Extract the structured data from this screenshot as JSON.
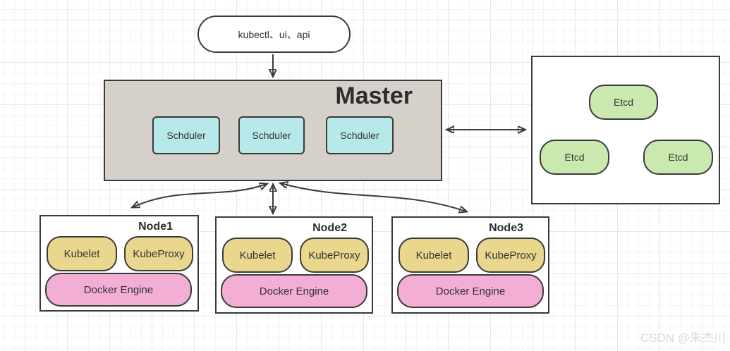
{
  "colors": {
    "border": "#3a3a3a",
    "master_fill": "#d5d0ca",
    "scheduler_fill": "#b8e9ea",
    "etcd_fill": "#c9e9af",
    "node_component_fill": "#e9d78d",
    "docker_engine_fill": "#f3aed5",
    "grid_major": "#e8e8e8",
    "grid_minor": "#f4f4f4",
    "watermark": "#dadada"
  },
  "client_box": {
    "label": "kubectl、ui、api"
  },
  "master": {
    "title": "Master",
    "schedulers": [
      {
        "label": "Schduler"
      },
      {
        "label": "Schduler"
      },
      {
        "label": "Schduler"
      }
    ]
  },
  "etcd_cluster": {
    "members": [
      {
        "label": "Etcd"
      },
      {
        "label": "Etcd"
      },
      {
        "label": "Etcd"
      }
    ]
  },
  "nodes": [
    {
      "title": "Node1",
      "kubelet": "Kubelet",
      "kubeproxy": "KubeProxy",
      "engine": "Docker Engine"
    },
    {
      "title": "Node2",
      "kubelet": "Kubelet",
      "kubeproxy": "KubeProxy",
      "engine": "Docker Engine"
    },
    {
      "title": "Node3",
      "kubelet": "Kubelet",
      "kubeproxy": "KubeProxy",
      "engine": "Docker Engine"
    }
  ],
  "watermark": {
    "text": "CSDN @朱杰川"
  }
}
